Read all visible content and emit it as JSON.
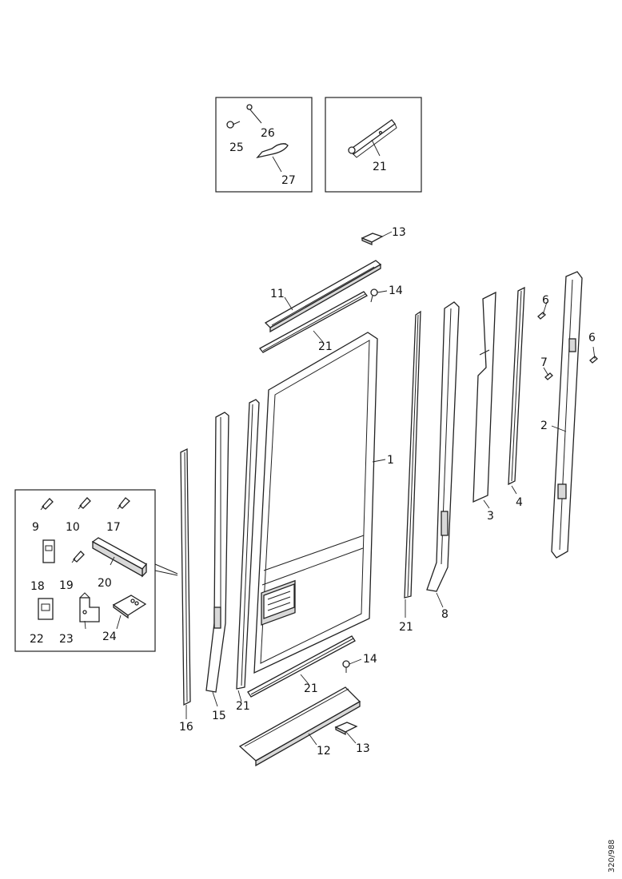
{
  "labels": {
    "l1": "1",
    "l2": "2",
    "l3": "3",
    "l4": "4",
    "l6": "6",
    "l7": "7",
    "l8": "8",
    "l9": "9",
    "l10": "10",
    "l11": "11",
    "l12": "12",
    "l13a": "13",
    "l13b": "13",
    "l14a": "14",
    "l14b": "14",
    "l15": "15",
    "l16": "16",
    "l17": "17",
    "l18": "18",
    "l19": "19",
    "l20": "20",
    "l21box": "21",
    "l21a": "21",
    "l21b": "21",
    "l21c": "21",
    "l21d": "21",
    "l22": "22",
    "l23": "23",
    "l24": "24",
    "l25": "25",
    "l26": "26",
    "l27": "27",
    "l6b": "6"
  },
  "drawing_code": "320/988"
}
